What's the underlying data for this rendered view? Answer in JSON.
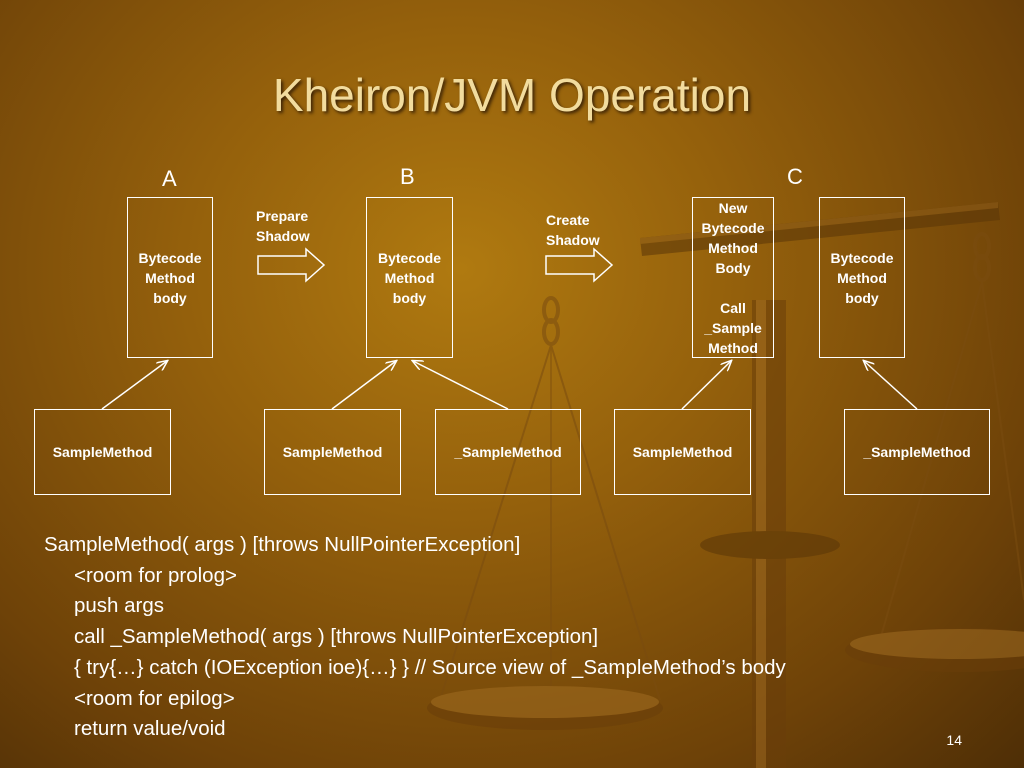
{
  "slide": {
    "title": "Kheiron/JVM Operation",
    "page_number": "14"
  },
  "diagram": {
    "columns": [
      {
        "id": "A",
        "label": "A"
      },
      {
        "id": "B",
        "label": "B"
      },
      {
        "id": "C",
        "label": "C"
      }
    ],
    "bytecode_boxes": [
      {
        "id": "bcA",
        "text": "Bytecode\nMethod\nbody"
      },
      {
        "id": "bcB",
        "text": "Bytecode\nMethod\nbody"
      },
      {
        "id": "newC",
        "text": "New\nBytecode\nMethod\nBody\n\nCall\n_Sample\nMethod"
      },
      {
        "id": "bcC",
        "text": "Bytecode\nMethod\nbody"
      }
    ],
    "method_boxes": [
      {
        "id": "smA",
        "text": "SampleMethod",
        "points_to": "bcA"
      },
      {
        "id": "smB",
        "text": "SampleMethod",
        "points_to": "bcB"
      },
      {
        "id": "usmB",
        "text": "_SampleMethod",
        "points_to": "bcB"
      },
      {
        "id": "smC",
        "text": "SampleMethod",
        "points_to": "newC"
      },
      {
        "id": "usmC",
        "text": "_SampleMethod",
        "points_to": "bcC"
      }
    ],
    "transitions": [
      {
        "from": "A",
        "to": "B",
        "label": "Prepare\nShadow"
      },
      {
        "from": "B",
        "to": "C",
        "label": "Create\nShadow"
      }
    ]
  },
  "code": {
    "lines": [
      {
        "text": "SampleMethod( args ) [throws NullPointerException]",
        "indent": false
      },
      {
        "text": "<room for prolog>",
        "indent": true
      },
      {
        "text": "push args",
        "indent": true
      },
      {
        "text": "call _SampleMethod( args ) [throws NullPointerException]",
        "indent": true
      },
      {
        "text": "{ try{…} catch (IOException ioe){…} } // Source view of _SampleMethod’s body",
        "indent": true
      },
      {
        "text": "<room for epilog>",
        "indent": true
      },
      {
        "text": "return value/void",
        "indent": true
      }
    ]
  }
}
